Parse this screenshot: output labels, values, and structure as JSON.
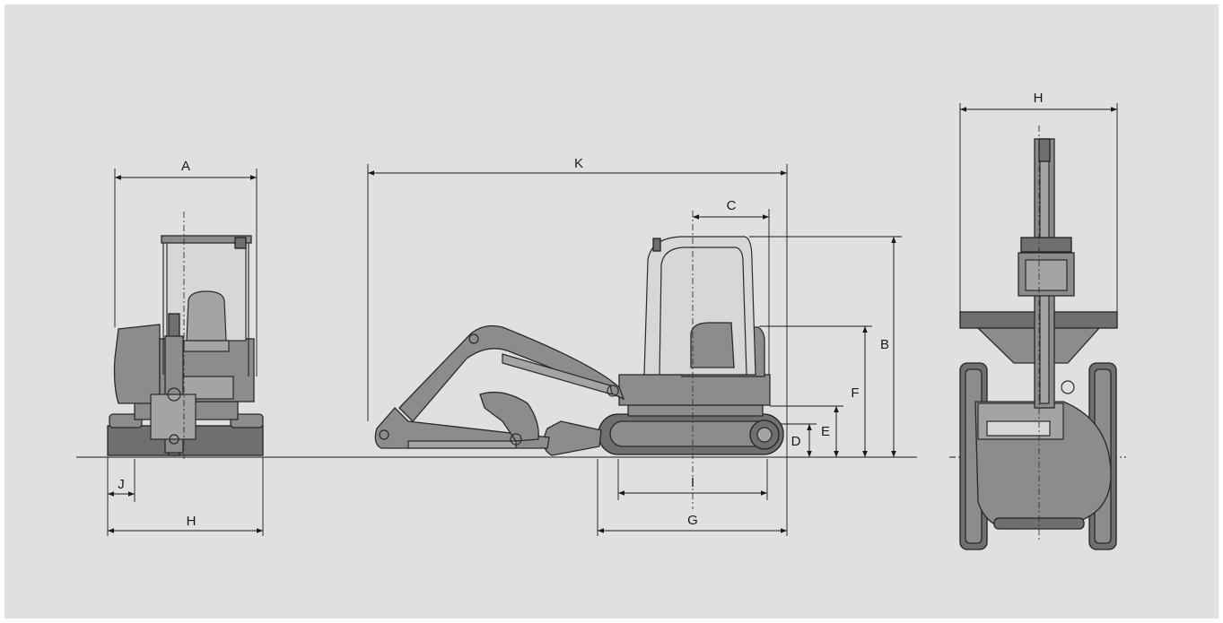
{
  "background_color": "#dfe0e2",
  "machine_color": "#8c8c8c",
  "dimensions": {
    "front_width_top": "A",
    "front_track_width": "H",
    "front_track_shoe": "J",
    "side_height": "B",
    "side_tail_swing": "C",
    "side_ground_clearance": "D",
    "side_track_height": "E",
    "side_counterweight_height": "F",
    "side_track_length": "G",
    "side_tumbler_distance": "I",
    "side_overall_length": "K",
    "top_width": "H"
  }
}
